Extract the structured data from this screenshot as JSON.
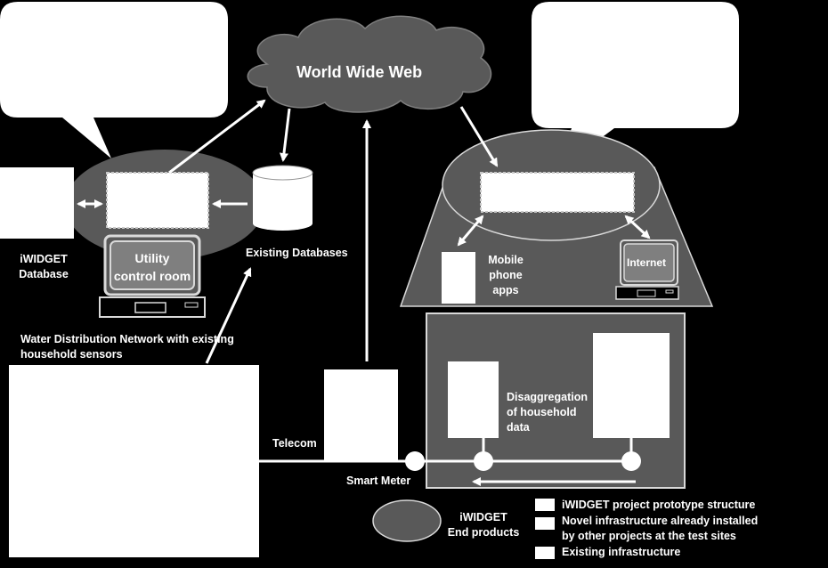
{
  "web": {
    "title": "World Wide Web"
  },
  "utility": {
    "db_label": "iWIDGET\nDatabase",
    "control_room": "Utility\ncontrol room",
    "existing_db": "Existing Databases"
  },
  "network": {
    "label": "Water Distribution Network with existing\nhousehold sensors",
    "telecom": "Telecom",
    "smart_meter": "Smart Meter"
  },
  "house": {
    "mobile": "Mobile\nphone\napps",
    "internet": "Internet",
    "disaggregation": "Disaggregation\nof household\ndata"
  },
  "legend": {
    "end_products": "iWIDGET\nEnd products",
    "items": [
      "iWIDGET project prototype  structure",
      "Novel infrastructure already installed\nby other projects at the test sites",
      "Existing infrastructure"
    ]
  },
  "colors": {
    "background": "#000000",
    "ellipse_fill": "#595959",
    "white": "#ffffff"
  }
}
